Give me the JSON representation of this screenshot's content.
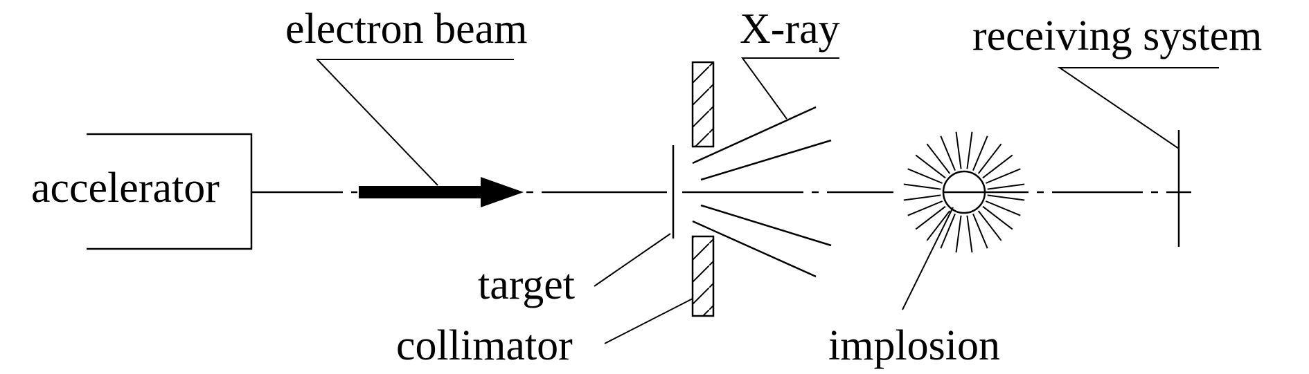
{
  "labels": {
    "electron_beam": "electron beam",
    "xray": "X-ray",
    "receiving_system": "receiving system",
    "accelerator": "accelerator",
    "target": "target",
    "collimator": "collimator",
    "implosion": "implosion"
  },
  "colors": {
    "ink": "#000000",
    "background": "#ffffff"
  }
}
